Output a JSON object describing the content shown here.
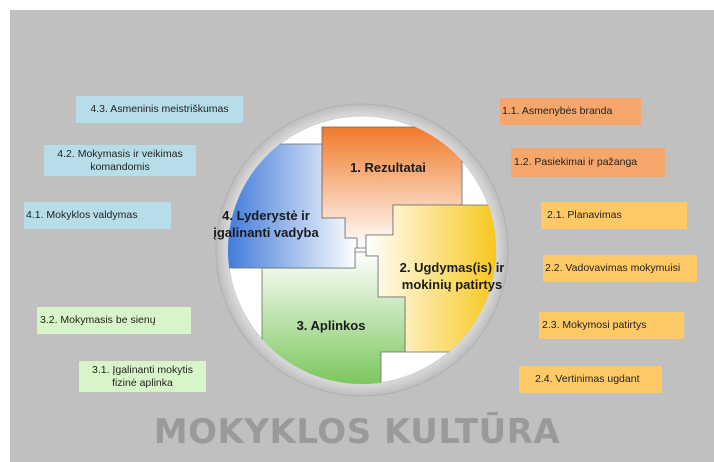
{
  "quadrants": {
    "q1": "1.  Rezultatai",
    "q2_line1": "2. Ugdymas(is) ir",
    "q2_line2": "mokinių patirtys",
    "q3": "3. Aplinkos",
    "q4_line1": "4. Lyderystė ir",
    "q4_line2": "įgalinanti vadyba"
  },
  "labels": {
    "l43": "4.3. Asmeninis meistriškumas",
    "l42": "4.2. Mokymasis ir veikimas komandomis",
    "l41": "4.1. Mokyklos valdymas",
    "l32": "3.2. Mokymasis be sienų",
    "l31": "3.1. Įgalinanti mokytis fizinė aplinka",
    "l11": "1.1. Asmenybės branda",
    "l12": "1.2. Pasiekimai ir pažanga",
    "l21": "2.1. Planavimas",
    "l22": "2.2. Vadovavimas mokymuisi",
    "l23": "2.3. Mokymosi patirtys",
    "l24": "2.4. Vertinimas ugdant"
  },
  "title": "MOKYKLOS KULTŪRA",
  "colors": {
    "background": "#c0c0c0",
    "orange": "#f5a66b",
    "amber": "#ffc966",
    "blue": "#b7dde8",
    "green": "#d7f5c8",
    "title": "#9a9a9a"
  }
}
